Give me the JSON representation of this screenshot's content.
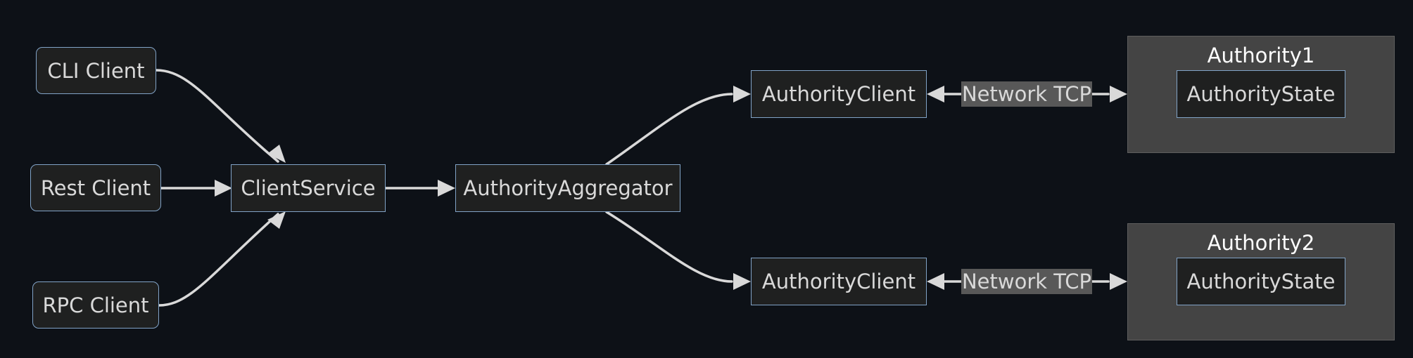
{
  "colors": {
    "background": "#0d1117",
    "node_fill": "#1f2020",
    "node_border": "#81a3c7",
    "cluster_fill": "#444444",
    "edge": "#d9d9d9",
    "edge_label_fill": "#585858"
  },
  "nodes": {
    "cli_client": "CLI Client",
    "rest_client": "Rest Client",
    "rpc_client": "RPC Client",
    "client_service": "ClientService",
    "authority_aggregator": "AuthorityAggregator",
    "authority_client_1": "AuthorityClient",
    "authority_client_2": "AuthorityClient",
    "authority_state_1": "AuthorityState",
    "authority_state_2": "AuthorityState"
  },
  "clusters": {
    "authority1": "Authority1",
    "authority2": "Authority2"
  },
  "edges": {
    "network_label_1": "Network TCP",
    "network_label_2": "Network TCP"
  }
}
